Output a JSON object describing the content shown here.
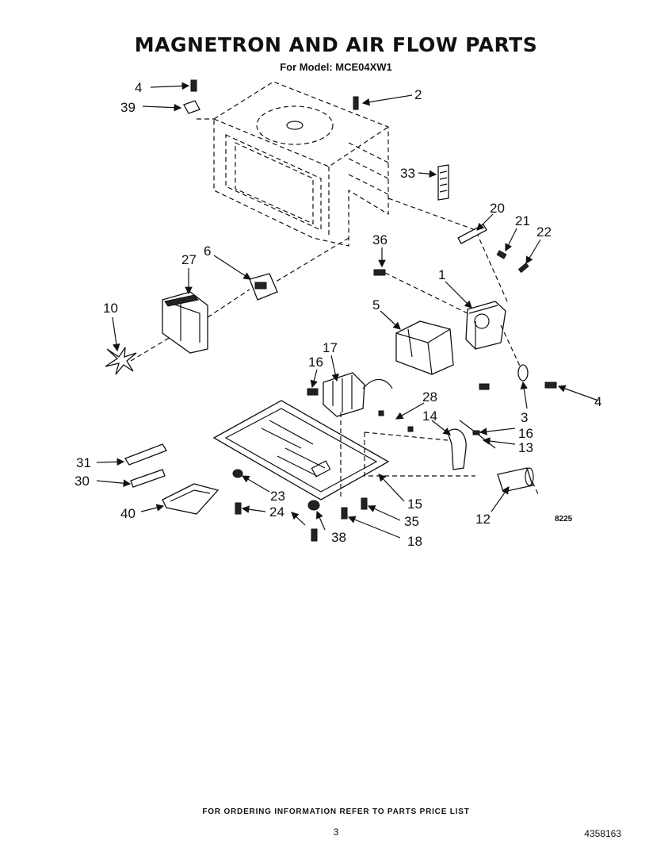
{
  "header": {
    "title": "MAGNETRON AND AIR FLOW PARTS",
    "subtitle": "For Model: MCE04XW1"
  },
  "callouts": [
    {
      "label": "4"
    },
    {
      "label": "39"
    },
    {
      "label": "2"
    },
    {
      "label": "33"
    },
    {
      "label": "20"
    },
    {
      "label": "21"
    },
    {
      "label": "22"
    },
    {
      "label": "36"
    },
    {
      "label": "1"
    },
    {
      "label": "27"
    },
    {
      "label": "6"
    },
    {
      "label": "10"
    },
    {
      "label": "5"
    },
    {
      "label": "17"
    },
    {
      "label": "16"
    },
    {
      "label": "28"
    },
    {
      "label": "4"
    },
    {
      "label": "3"
    },
    {
      "label": "14"
    },
    {
      "label": "16"
    },
    {
      "label": "13"
    },
    {
      "label": "31"
    },
    {
      "label": "30"
    },
    {
      "label": "23"
    },
    {
      "label": "15"
    },
    {
      "label": "40"
    },
    {
      "label": "24"
    },
    {
      "label": "35"
    },
    {
      "label": "12"
    },
    {
      "label": "38"
    },
    {
      "label": "18"
    }
  ],
  "diagram_code": "8225",
  "footer": {
    "ordering_note": "FOR ORDERING INFORMATION REFER TO PARTS PRICE LIST",
    "page_number": "3",
    "document_number": "4358163"
  }
}
